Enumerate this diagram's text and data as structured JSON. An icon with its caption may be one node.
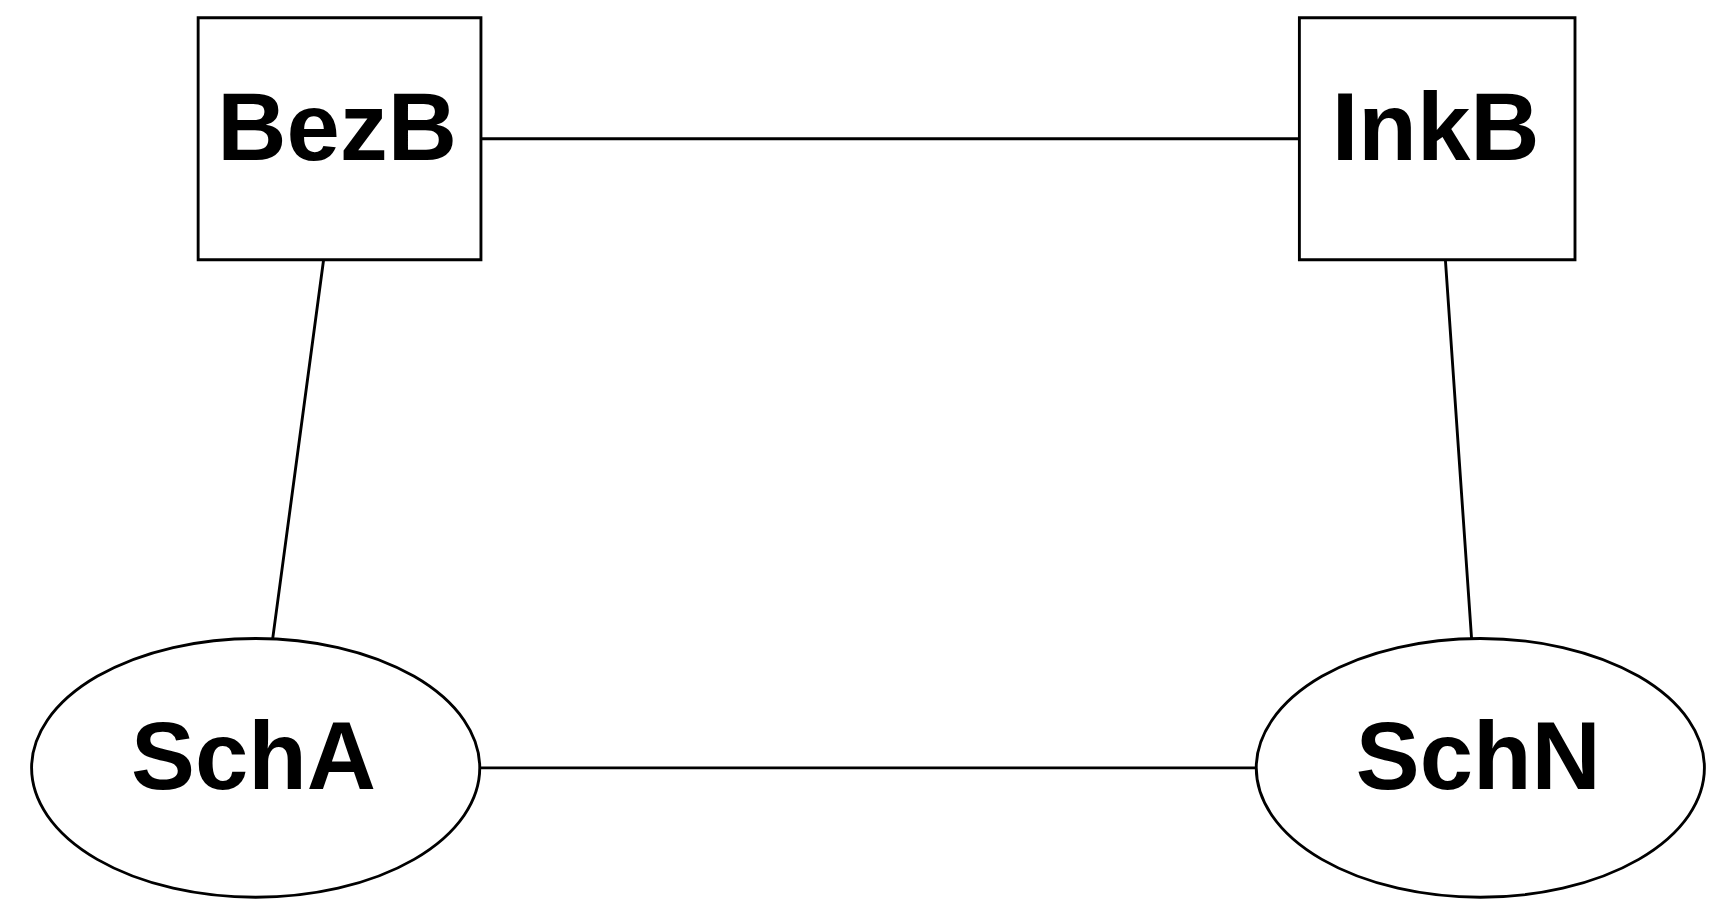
{
  "diagram": {
    "nodes": [
      {
        "text": [
          "BezB"
        ]
      },
      {
        "text": [
          "InkB"
        ]
      },
      {
        "text": [
          "SchA"
        ]
      },
      {
        "text": [
          "SchN"
        ]
      }
    ],
    "edges": [
      {
        "from": 0,
        "to": 1,
        "arrow": "none"
      },
      {
        "from": 0,
        "to": 2,
        "arrow": "none"
      },
      {
        "from": 1,
        "to": 3,
        "arrow": "none"
      },
      {
        "from": 2,
        "to": 3,
        "arrow": "none"
      }
    ]
  }
}
